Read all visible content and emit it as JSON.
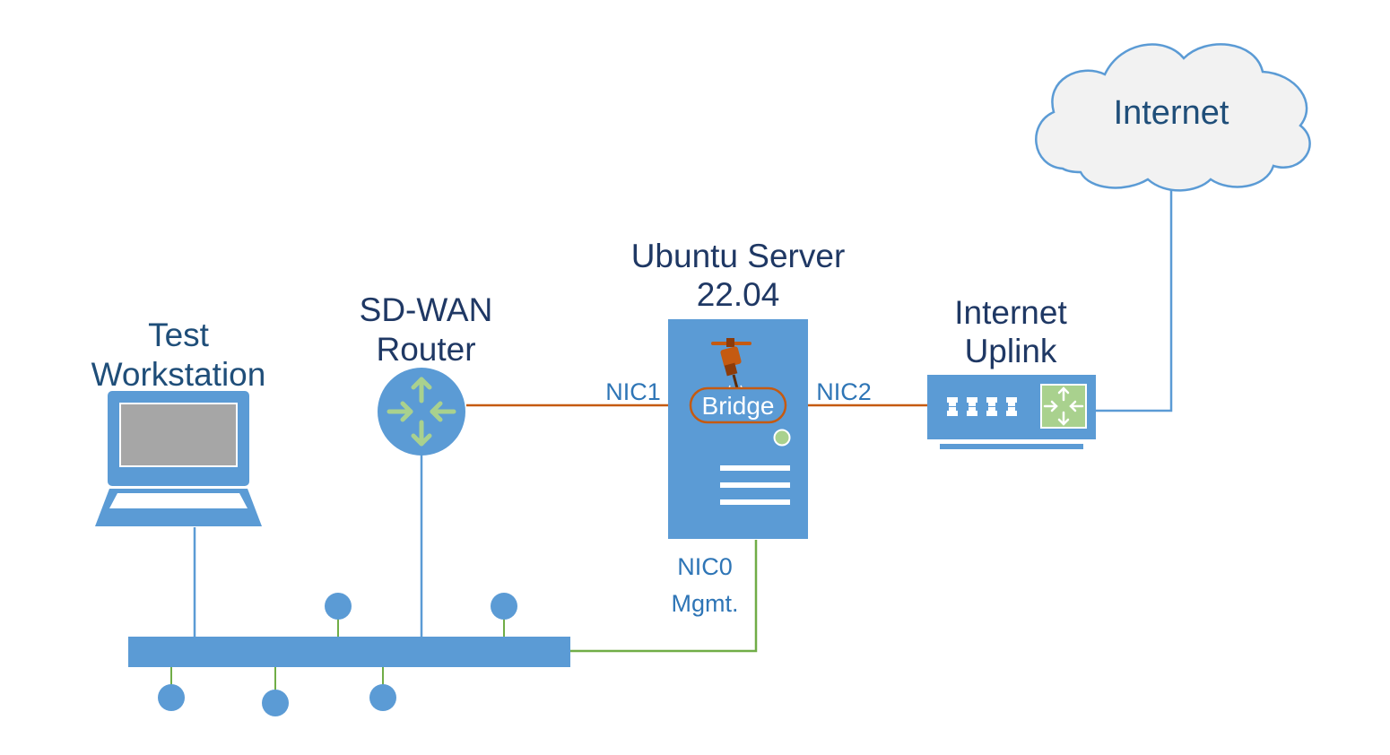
{
  "labels": {
    "internet_cloud": "Internet",
    "ubuntu_server": [
      "Ubuntu Server",
      "22.04"
    ],
    "internet_uplink": [
      "Internet",
      "Uplink"
    ],
    "sdwan_router": [
      "SD-WAN",
      "Router"
    ],
    "test_workstation": [
      "Test",
      "Workstation"
    ],
    "nic1": "NIC1",
    "nic2": "NIC2",
    "nic0": [
      "NIC0",
      "Mgmt."
    ],
    "bridge": "Bridge"
  },
  "colors": {
    "device_blue": "#5b9bd5",
    "cloud_fill": "#f2f2f2",
    "cloud_stroke": "#5b9bd5",
    "bridge_link": "#c55a11",
    "mgmt_link": "#70ad47",
    "router_arrows": "#a9d18e",
    "screen_gray": "#a6a6a6",
    "status_led": "#a9d18e",
    "tool_brown": "#c55a11"
  },
  "icons": {
    "cloud": "cloud-icon",
    "server": "server-icon",
    "router": "router-icon",
    "laptop": "laptop-icon",
    "uplink": "network-switch-icon",
    "tool": "jackhammer-icon",
    "bus": "lan-bus-icon"
  }
}
